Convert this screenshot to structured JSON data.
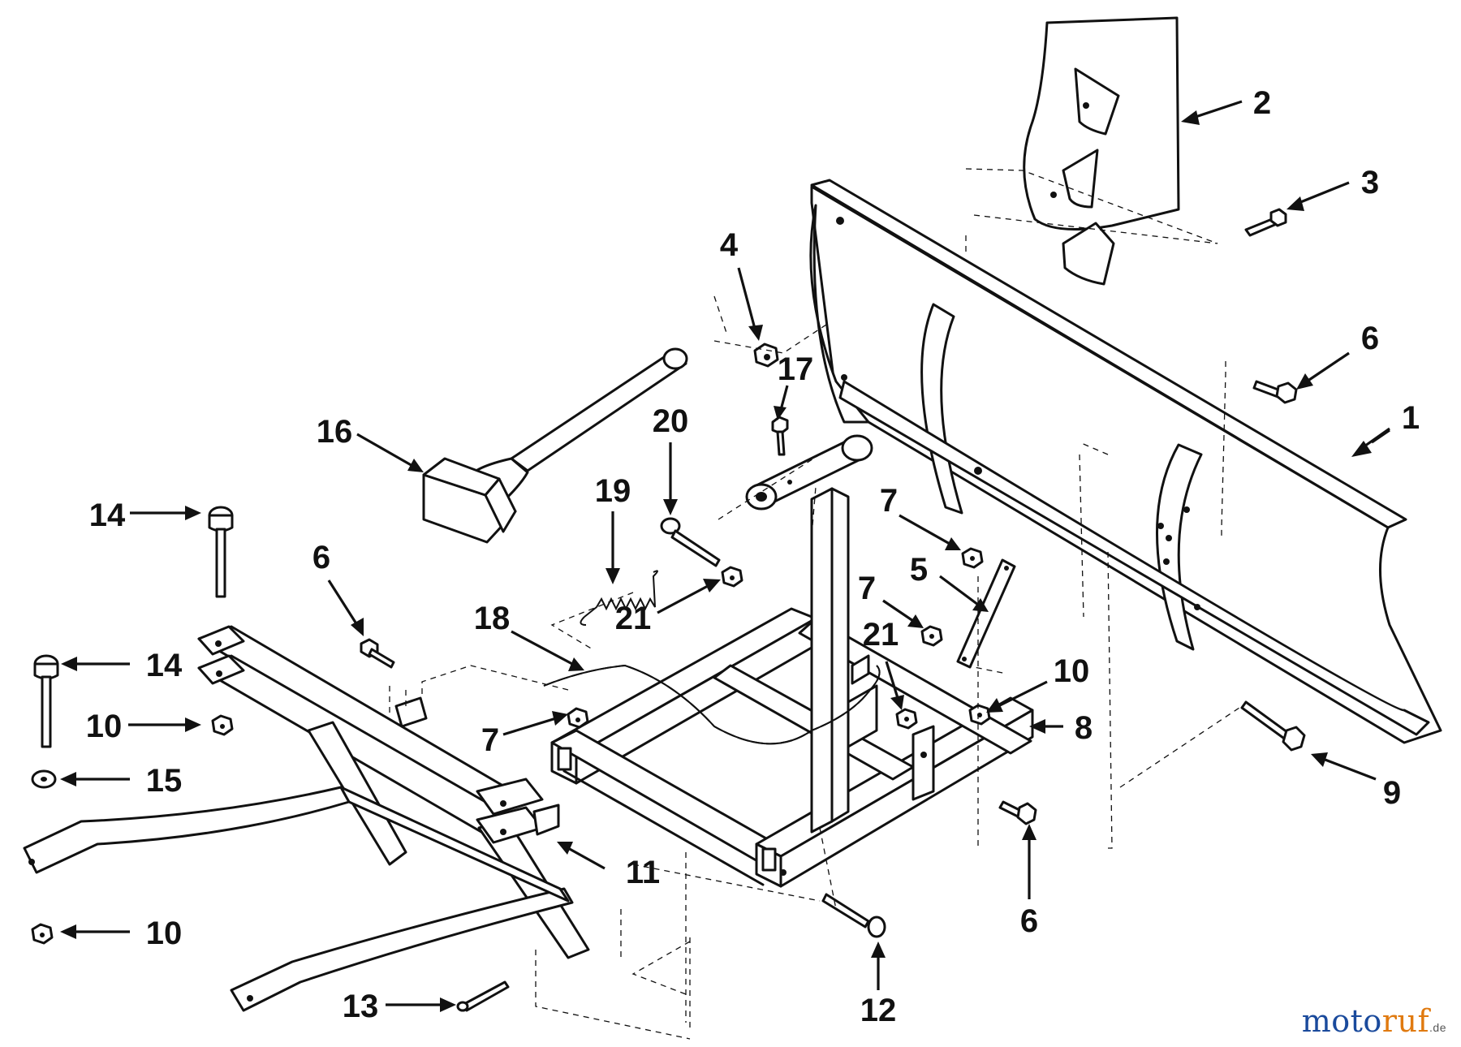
{
  "callouts": [
    {
      "id": "c1",
      "number": "1"
    },
    {
      "id": "c2",
      "number": "2"
    },
    {
      "id": "c3",
      "number": "3"
    },
    {
      "id": "c4",
      "number": "4"
    },
    {
      "id": "c5",
      "number": "5"
    },
    {
      "id": "c6a",
      "number": "6"
    },
    {
      "id": "c6b",
      "number": "6"
    },
    {
      "id": "c6c",
      "number": "6"
    },
    {
      "id": "c7a",
      "number": "7"
    },
    {
      "id": "c7b",
      "number": "7"
    },
    {
      "id": "c7c",
      "number": "7"
    },
    {
      "id": "c8",
      "number": "8"
    },
    {
      "id": "c9",
      "number": "9"
    },
    {
      "id": "c10a",
      "number": "10"
    },
    {
      "id": "c10b",
      "number": "10"
    },
    {
      "id": "c10c",
      "number": "10"
    },
    {
      "id": "c11",
      "number": "11"
    },
    {
      "id": "c12",
      "number": "12"
    },
    {
      "id": "c13",
      "number": "13"
    },
    {
      "id": "c14a",
      "number": "14"
    },
    {
      "id": "c14b",
      "number": "14"
    },
    {
      "id": "c15",
      "number": "15"
    },
    {
      "id": "c16",
      "number": "16"
    },
    {
      "id": "c17",
      "number": "17"
    },
    {
      "id": "c18",
      "number": "18"
    },
    {
      "id": "c19",
      "number": "19"
    },
    {
      "id": "c20",
      "number": "20"
    },
    {
      "id": "c21a",
      "number": "21"
    },
    {
      "id": "c21b",
      "number": "21"
    }
  ],
  "watermark": {
    "parts": [
      {
        "text": "m",
        "color": "#1a4a9c"
      },
      {
        "text": "o",
        "color": "#1a4a9c"
      },
      {
        "text": "t",
        "color": "#1a4a9c"
      },
      {
        "text": "o",
        "color": "#1a4a9c"
      },
      {
        "text": "r",
        "color": "#e07a10"
      },
      {
        "text": "u",
        "color": "#e07a10"
      },
      {
        "text": "f",
        "color": "#e07a10"
      }
    ],
    "suffix": ".de"
  }
}
